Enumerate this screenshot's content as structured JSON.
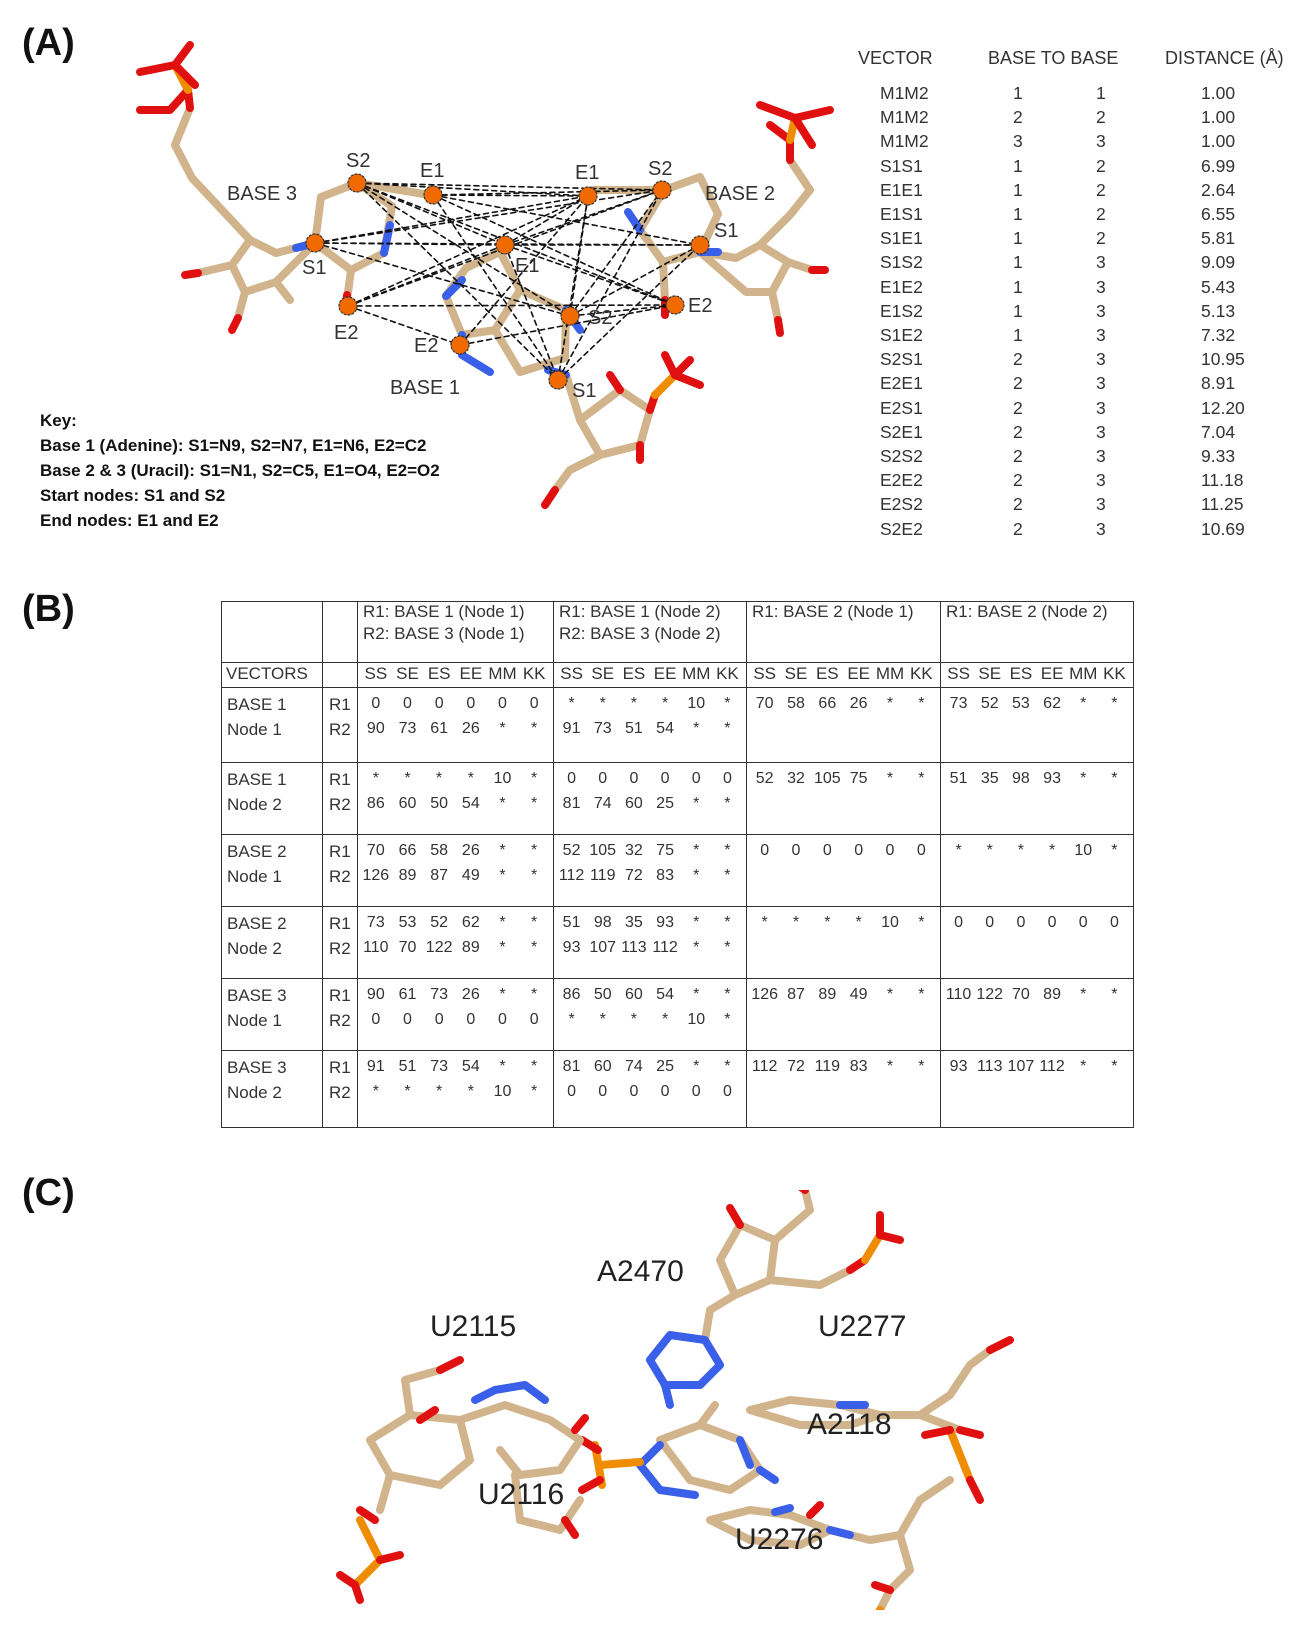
{
  "panels": {
    "a": "(A)",
    "b": "(B)",
    "c": "(C)"
  },
  "panel_a": {
    "labels": {
      "base3": "BASE 3",
      "base2": "BASE 2",
      "base1": "BASE 1",
      "b3_s2": "S2",
      "b3_e1": "E1",
      "b3_s1": "S1",
      "b3_e2": "E2",
      "b2_e1": "E1",
      "b2_s2": "S2",
      "b2_s1": "S1",
      "b2_e2": "E2",
      "b1_e1": "E1",
      "b1_s2": "S2",
      "b1_e2": "E2",
      "b1_s1": "S1"
    },
    "key": [
      "Key:",
      "Base 1 (Adenine): S1=N9, S2=N7, E1=N6, E2=C2",
      "Base 2 & 3 (Uracil): S1=N1, S2=C5, E1=O4, E2=O2",
      "Start nodes: S1 and S2",
      "End nodes: E1 and E2"
    ],
    "vector_table": {
      "headers": {
        "vector": "VECTOR",
        "base": "BASE TO BASE",
        "distance": "DISTANCE (Å)"
      },
      "rows": [
        [
          "M1M2",
          "1",
          "1",
          "1.00"
        ],
        [
          "M1M2",
          "2",
          "2",
          "1.00"
        ],
        [
          "M1M2",
          "3",
          "3",
          "1.00"
        ],
        [
          "S1S1",
          "1",
          "2",
          "6.99"
        ],
        [
          "E1E1",
          "1",
          "2",
          "2.64"
        ],
        [
          "E1S1",
          "1",
          "2",
          "6.55"
        ],
        [
          "S1E1",
          "1",
          "2",
          "5.81"
        ],
        [
          "S1S2",
          "1",
          "3",
          "9.09"
        ],
        [
          "E1E2",
          "1",
          "3",
          "5.43"
        ],
        [
          "E1S2",
          "1",
          "3",
          "5.13"
        ],
        [
          "S1E2",
          "1",
          "3",
          "7.32"
        ],
        [
          "S2S1",
          "2",
          "3",
          "10.95"
        ],
        [
          "E2E1",
          "2",
          "3",
          "8.91"
        ],
        [
          "E2S1",
          "2",
          "3",
          "12.20"
        ],
        [
          "S2E1",
          "2",
          "3",
          "7.04"
        ],
        [
          "S2S2",
          "2",
          "3",
          "9.33"
        ],
        [
          "E2E2",
          "2",
          "3",
          "11.18"
        ],
        [
          "E2S2",
          "2",
          "3",
          "11.25"
        ],
        [
          "S2E2",
          "2",
          "3",
          "10.69"
        ]
      ]
    }
  },
  "panel_b": {
    "group_headers": [
      [
        "R1: BASE 1 (Node 1)",
        "R2: BASE 3 (Node 1)"
      ],
      [
        "R1: BASE 1 (Node 2)",
        "R2: BASE 3 (Node 2)"
      ],
      [
        "R1: BASE 2 (Node 1)",
        ""
      ],
      [
        "R1: BASE 2 (Node 2)",
        ""
      ]
    ],
    "vectors_label": "VECTORS",
    "sub_headers": [
      "SS",
      "SE",
      "ES",
      "EE",
      "MM",
      "KK"
    ],
    "rows": [
      {
        "name": "BASE 1",
        "node": "Node 1",
        "r1": [
          [
            "0",
            "0",
            "0",
            "0",
            "0",
            "0"
          ],
          [
            "*",
            "*",
            "*",
            "*",
            "10",
            "*"
          ],
          [
            "70",
            "58",
            "66",
            "26",
            "*",
            "*"
          ],
          [
            "73",
            "52",
            "53",
            "62",
            "*",
            "*"
          ]
        ],
        "r2": [
          [
            "90",
            "73",
            "61",
            "26",
            "*",
            "*"
          ],
          [
            "91",
            "73",
            "51",
            "54",
            "*",
            "*"
          ],
          null,
          null
        ]
      },
      {
        "name": "BASE 1",
        "node": "Node 2",
        "r1": [
          [
            "*",
            "*",
            "*",
            "*",
            "10",
            "*"
          ],
          [
            "0",
            "0",
            "0",
            "0",
            "0",
            "0"
          ],
          [
            "52",
            "32",
            "105",
            "75",
            "*",
            "*"
          ],
          [
            "51",
            "35",
            "98",
            "93",
            "*",
            "*"
          ]
        ],
        "r2": [
          [
            "86",
            "60",
            "50",
            "54",
            "*",
            "*"
          ],
          [
            "81",
            "74",
            "60",
            "25",
            "*",
            "*"
          ],
          null,
          null
        ]
      },
      {
        "name": "BASE 2",
        "node": "Node 1",
        "r1": [
          [
            "70",
            "66",
            "58",
            "26",
            "*",
            "*"
          ],
          [
            "52",
            "105",
            "32",
            "75",
            "*",
            "*"
          ],
          [
            "0",
            "0",
            "0",
            "0",
            "0",
            "0"
          ],
          [
            "*",
            "*",
            "*",
            "*",
            "10",
            "*"
          ]
        ],
        "r2": [
          [
            "126",
            "89",
            "87",
            "49",
            "*",
            "*"
          ],
          [
            "112",
            "119",
            "72",
            "83",
            "*",
            "*"
          ],
          null,
          null
        ]
      },
      {
        "name": "BASE 2",
        "node": "Node 2",
        "r1": [
          [
            "73",
            "53",
            "52",
            "62",
            "*",
            "*"
          ],
          [
            "51",
            "98",
            "35",
            "93",
            "*",
            "*"
          ],
          [
            "*",
            "*",
            "*",
            "*",
            "10",
            "*"
          ],
          [
            "0",
            "0",
            "0",
            "0",
            "0",
            "0"
          ]
        ],
        "r2": [
          [
            "110",
            "70",
            "122",
            "89",
            "*",
            "*"
          ],
          [
            "93",
            "107",
            "113",
            "112",
            "*",
            "*"
          ],
          null,
          null
        ]
      },
      {
        "name": "BASE 3",
        "node": "Node 1",
        "r1": [
          [
            "90",
            "61",
            "73",
            "26",
            "*",
            "*"
          ],
          [
            "86",
            "50",
            "60",
            "54",
            "*",
            "*"
          ],
          [
            "126",
            "87",
            "89",
            "49",
            "*",
            "*"
          ],
          [
            "110",
            "122",
            "70",
            "89",
            "*",
            "*"
          ]
        ],
        "r2": [
          [
            "0",
            "0",
            "0",
            "0",
            "0",
            "0"
          ],
          [
            "*",
            "*",
            "*",
            "*",
            "10",
            "*"
          ],
          null,
          null
        ]
      },
      {
        "name": "BASE 3",
        "node": "Node 2",
        "r1": [
          [
            "91",
            "51",
            "73",
            "54",
            "*",
            "*"
          ],
          [
            "81",
            "60",
            "74",
            "25",
            "*",
            "*"
          ],
          [
            "112",
            "72",
            "119",
            "83",
            "*",
            "*"
          ],
          [
            "93",
            "113",
            "107",
            "112",
            "*",
            "*"
          ]
        ],
        "r2": [
          [
            "*",
            "*",
            "*",
            "*",
            "10",
            "*"
          ],
          [
            "0",
            "0",
            "0",
            "0",
            "0",
            "0"
          ],
          null,
          null
        ]
      }
    ]
  },
  "panel_c": {
    "labels": {
      "a2470": "A2470",
      "u2115": "U2115",
      "u2277": "U2277",
      "a2118": "A2118",
      "u2116": "U2116",
      "u2276": "U2276"
    }
  },
  "colors": {
    "carbon": "#d2b48c",
    "nitrogen": "#3a5fe8",
    "oxygen": "#e01010",
    "phosphorus": "#f08c00",
    "node": "#f06a00"
  }
}
